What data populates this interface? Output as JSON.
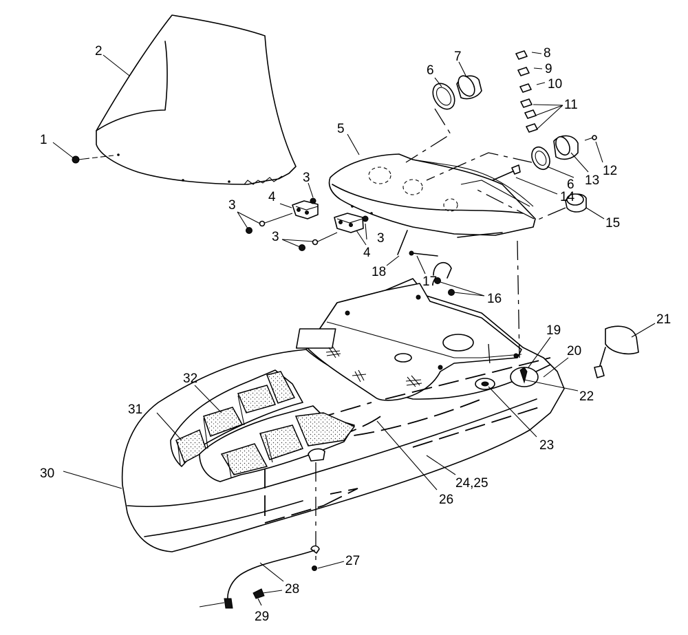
{
  "callouts": [
    {
      "id": "c1",
      "text": "1"
    },
    {
      "id": "c2",
      "text": "2"
    },
    {
      "id": "c3a",
      "text": "3"
    },
    {
      "id": "c3b",
      "text": "3"
    },
    {
      "id": "c3c",
      "text": "3"
    },
    {
      "id": "c3d",
      "text": "3"
    },
    {
      "id": "c4a",
      "text": "4"
    },
    {
      "id": "c4b",
      "text": "4"
    },
    {
      "id": "c5",
      "text": "5"
    },
    {
      "id": "c6a",
      "text": "6"
    },
    {
      "id": "c6b",
      "text": "6"
    },
    {
      "id": "c7",
      "text": "7"
    },
    {
      "id": "c8",
      "text": "8"
    },
    {
      "id": "c9",
      "text": "9"
    },
    {
      "id": "c10",
      "text": "10"
    },
    {
      "id": "c11",
      "text": "11"
    },
    {
      "id": "c12",
      "text": "12"
    },
    {
      "id": "c13",
      "text": "13"
    },
    {
      "id": "c14",
      "text": "14"
    },
    {
      "id": "c15",
      "text": "15"
    },
    {
      "id": "c16",
      "text": "16"
    },
    {
      "id": "c17",
      "text": "17"
    },
    {
      "id": "c18",
      "text": "18"
    },
    {
      "id": "c19",
      "text": "19"
    },
    {
      "id": "c20",
      "text": "20"
    },
    {
      "id": "c21",
      "text": "21"
    },
    {
      "id": "c22",
      "text": "22"
    },
    {
      "id": "c23",
      "text": "23"
    },
    {
      "id": "c2425",
      "text": "24,25"
    },
    {
      "id": "c26",
      "text": "26"
    },
    {
      "id": "c27",
      "text": "27"
    },
    {
      "id": "c28",
      "text": "28"
    },
    {
      "id": "c29",
      "text": "29"
    },
    {
      "id": "c30",
      "text": "30"
    },
    {
      "id": "c31",
      "text": "31"
    },
    {
      "id": "c32",
      "text": "32"
    }
  ]
}
